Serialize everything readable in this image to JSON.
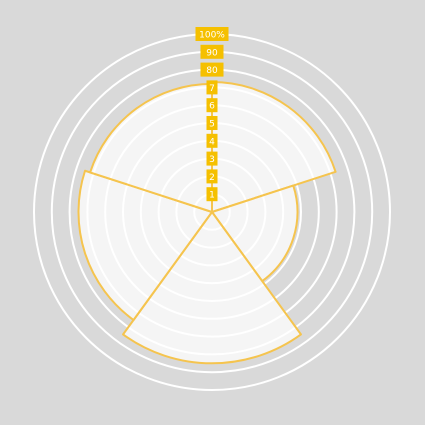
{
  "chart_data": {
    "type": "polar-area",
    "title": "",
    "radial_ticks": [
      "1",
      "2",
      "3",
      "4",
      "5",
      "6",
      "7",
      "80",
      "90",
      "100%"
    ],
    "rmax": 100,
    "start_angle_deg": 0,
    "direction": "clockwise",
    "sectors": [
      {
        "value": 73
      },
      {
        "value": 48
      },
      {
        "value": 85
      },
      {
        "value": 75
      },
      {
        "value": 72
      }
    ],
    "grid": true
  },
  "colors": {
    "background": "#d9d9d9",
    "grid": "#ffffff",
    "sector_fill": "#ffffff",
    "sector_stroke": "#f5c44e",
    "tick_badge": "#f5c000",
    "tick_text": "#ffffff"
  }
}
